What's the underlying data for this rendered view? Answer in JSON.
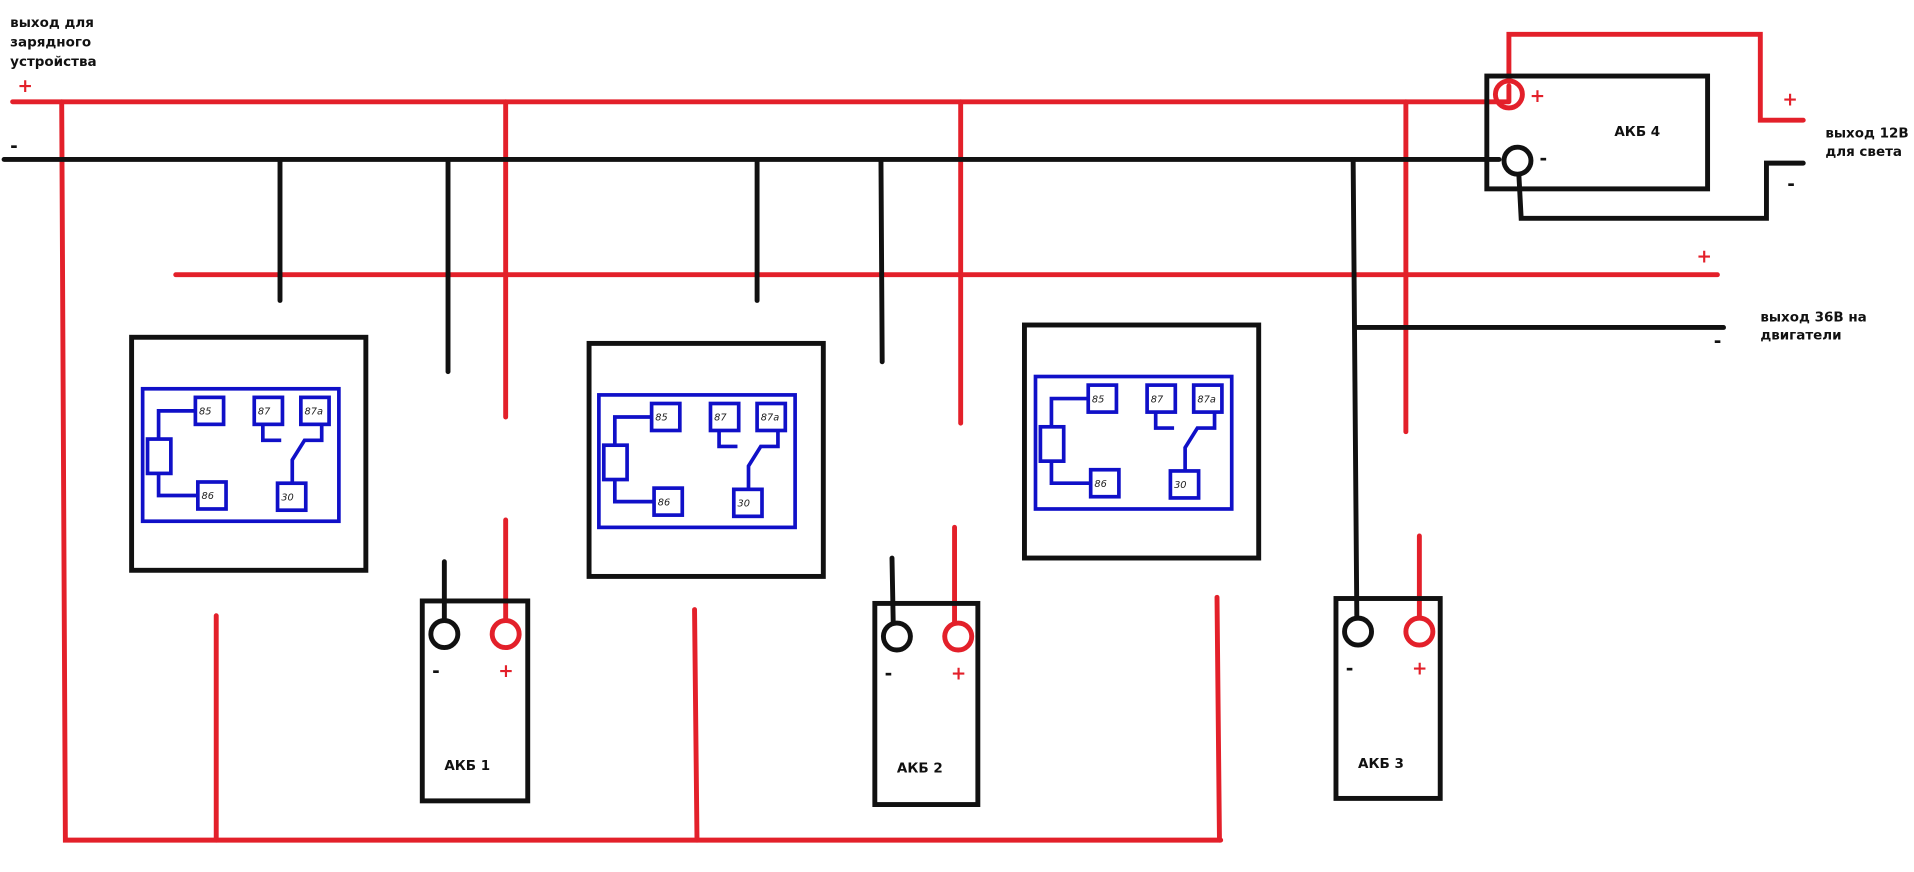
{
  "labels": {
    "charger_output": [
      "выход для",
      "зарядного",
      "устройства"
    ],
    "light_output": [
      "выход 12В",
      "для света"
    ],
    "motor_output": [
      "выход 36В на",
      "двигатели"
    ]
  },
  "signs": {
    "plus": "+",
    "minus": "-"
  },
  "batteries": [
    {
      "name": "АКБ 1"
    },
    {
      "name": "АКБ 2"
    },
    {
      "name": "АКБ 3"
    },
    {
      "name": "АКБ 4"
    }
  ],
  "relay_terminals": {
    "t85": "85",
    "t86": "86",
    "t87": "87",
    "t87a": "87a",
    "t30": "30"
  },
  "colors": {
    "positive": "#e3202a",
    "negative": "#111111",
    "relay": "#1010c8"
  }
}
